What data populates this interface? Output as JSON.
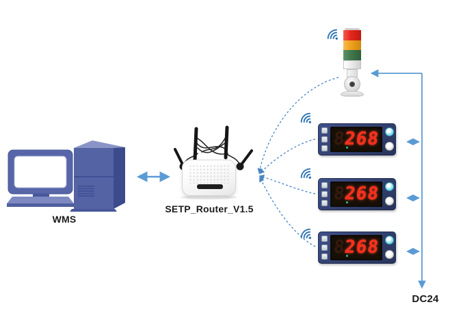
{
  "diagram_type": "wireless-warehouse-display-network",
  "labels": {
    "wms": "WMS",
    "router": "SETP_Router_V1.5",
    "power": "DC24"
  },
  "nodes": {
    "wms": {
      "type": "desktop-computer",
      "label": "WMS"
    },
    "router": {
      "type": "wireless-router",
      "label": "SETP_Router_V1.5",
      "antennas": 4
    },
    "signal_tower": {
      "type": "stack-light",
      "segments": [
        {
          "name": "red",
          "color": "#e5271d"
        },
        {
          "name": "amber",
          "color": "#f0a21f"
        },
        {
          "name": "green",
          "color": "#42794e"
        }
      ]
    },
    "power": {
      "type": "power-supply-label",
      "label": "DC24"
    }
  },
  "displays": [
    {
      "name": "wireless-led-display-1",
      "value": "268",
      "ghost_digit": "8"
    },
    {
      "name": "wireless-led-display-2",
      "value": "268",
      "ghost_digit": "8"
    },
    {
      "name": "wireless-led-display-3",
      "value": "268",
      "ghost_digit": "8"
    }
  ],
  "icons": {
    "wifi": "wifi-icon",
    "arrow": "double-headed-arrow"
  },
  "connections": {
    "wms_router": "bidirectional-arrow",
    "router_devices": "dashed-wireless-links",
    "power_bus": "dc24-line-to-tower-and-displays"
  },
  "colors": {
    "arrow_blue": "#5B9BD5",
    "dashed_link_blue": "#4a84c4",
    "wifi_blue": "#2E74B5",
    "digit_red": "#FF2E1C",
    "display_bezel": "#32406E",
    "computer_blue": "#5565A8",
    "label_text": "#1B1B1B"
  }
}
